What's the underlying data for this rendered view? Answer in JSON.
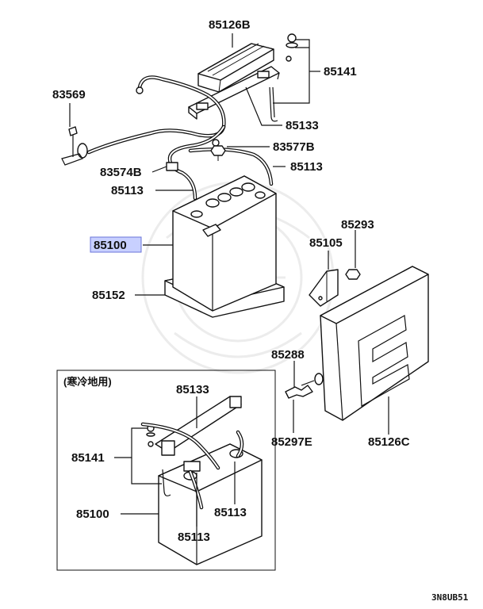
{
  "diagram": {
    "highlight_color": "#c8d0ff",
    "parts": [
      {
        "id": "85126B",
        "label": "85126B"
      },
      {
        "id": "85141",
        "label": "85141"
      },
      {
        "id": "83569",
        "label": "83569"
      },
      {
        "id": "85133",
        "label": "85133"
      },
      {
        "id": "83577B",
        "label": "83577B"
      },
      {
        "id": "83574B",
        "label": "83574B"
      },
      {
        "id": "85113",
        "label": "85113"
      },
      {
        "id": "85113b",
        "label": "85113"
      },
      {
        "id": "85100",
        "label": "85100"
      },
      {
        "id": "85293",
        "label": "85293"
      },
      {
        "id": "85105",
        "label": "85105"
      },
      {
        "id": "85152",
        "label": "85152"
      },
      {
        "id": "85288",
        "label": "85288"
      },
      {
        "id": "85297E",
        "label": "85297E"
      },
      {
        "id": "85126C",
        "label": "85126C"
      }
    ],
    "inset": {
      "title": "(寒冷地用)",
      "parts": [
        {
          "id": "i85133",
          "label": "85133"
        },
        {
          "id": "i85141",
          "label": "85141"
        },
        {
          "id": "i85100",
          "label": "85100"
        },
        {
          "id": "i85113a",
          "label": "85113"
        },
        {
          "id": "i85113b",
          "label": "85113"
        }
      ]
    },
    "footer_code": "3N8UB51"
  }
}
